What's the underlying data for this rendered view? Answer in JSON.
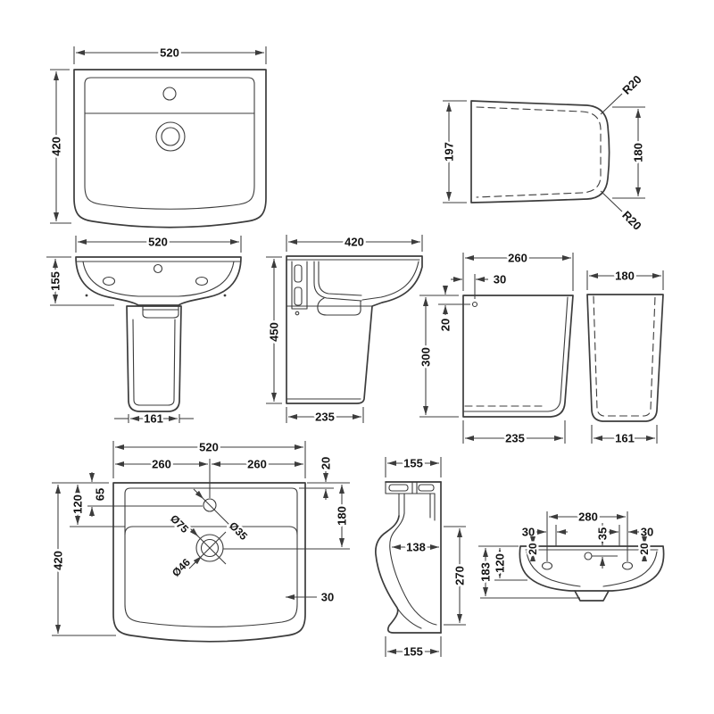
{
  "style": {
    "background": "#ffffff",
    "line_color": "#3c3c3c",
    "text_color": "#141414"
  },
  "drawing": {
    "subject": "basin-and-semi-pedestal-technical-drawing",
    "views": {
      "basin_plan": {
        "width": "520",
        "depth": "420"
      },
      "semi_pedestal_plan": {
        "back_height": "197",
        "front_height": "180",
        "radius_top": "R20",
        "radius_bottom": "R20"
      },
      "basin_front": {
        "width": "520",
        "basin_height": "155",
        "pedestal_width": "161"
      },
      "basin_side": {
        "depth": "420",
        "height": "450",
        "pedestal_depth": "235"
      },
      "pedestal_side": {
        "top_depth": "260",
        "hole_inset": "30",
        "hole_drop": "20",
        "height": "300",
        "bottom_depth": "235"
      },
      "pedestal_front": {
        "top_width": "180",
        "bottom_width": "161"
      },
      "basin_plan_detail": {
        "width": "520",
        "tap_left": "260",
        "tap_right": "260",
        "rim_top": "20",
        "deck_65": "65",
        "deck_120": "120",
        "depth": "420",
        "right_drop": "180",
        "tap_hole_dia": "Ø35",
        "waste_outer_dia": "Ø75",
        "waste_dia": "Ø46",
        "rim_bottom": "30"
      },
      "pedestal_section": {
        "top_width": "155",
        "inner_width": "138",
        "height": "270",
        "bottom_width": "155"
      },
      "basin_rear": {
        "fixing_centres": "280",
        "left_offset": "30",
        "right_offset": "30",
        "tap_drop": "35",
        "left_drop": "20",
        "right_drop": "20",
        "bowl_depth": "120",
        "overall_depth": "183"
      }
    }
  }
}
